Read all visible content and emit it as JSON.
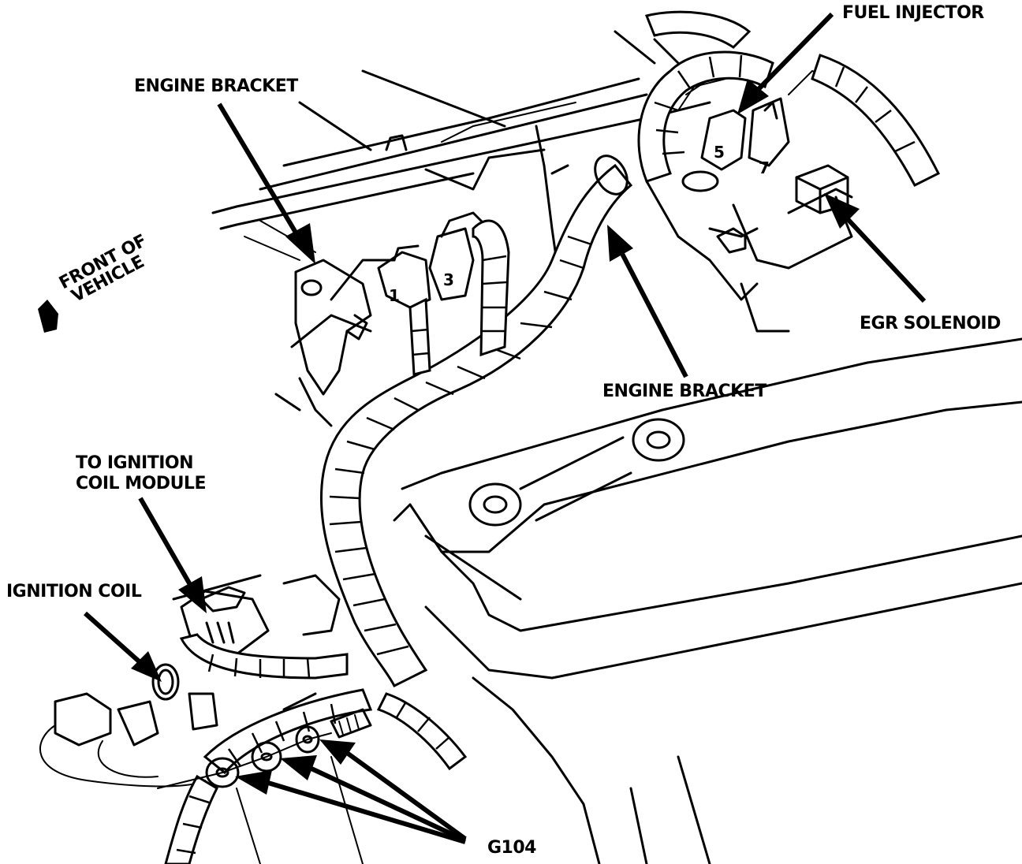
{
  "diagram": {
    "type": "engine wiring harness illustration",
    "colors": {
      "ink": "#000000",
      "background": "#ffffff"
    },
    "labels": {
      "fuel_injector": "FUEL INJECTOR",
      "engine_bracket_top": "ENGINE BRACKET",
      "front_of_vehicle_line1": "FRONT OF",
      "front_of_vehicle_line2": "VEHICLE",
      "egr_solenoid": "EGR SOLENOID",
      "engine_bracket_middle": "ENGINE BRACKET",
      "to_ignition_coil_module_line1": "TO IGNITION",
      "to_ignition_coil_module_line2": "COIL MODULE",
      "ignition_coil": "IGNITION COIL",
      "g104": "G104"
    },
    "connector_numbers": [
      "1",
      "3",
      "5",
      "7"
    ]
  }
}
